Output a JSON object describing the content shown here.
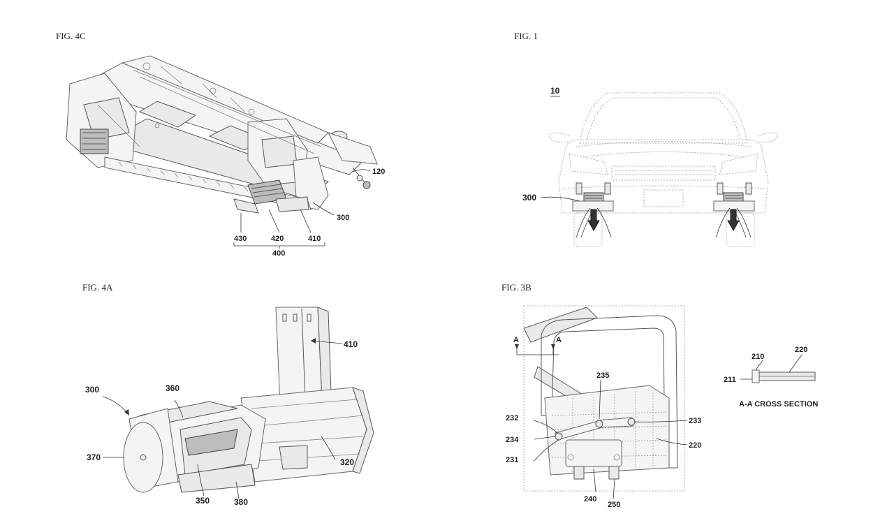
{
  "figures": {
    "fig4c": {
      "title": "FIG. 4C",
      "labels": {
        "l120": "120",
        "l300": "300",
        "l430": "430",
        "l420": "420",
        "l410": "410",
        "l400": "400"
      }
    },
    "fig1": {
      "title": "FIG. 1",
      "labels": {
        "l10": "10",
        "l300": "300"
      }
    },
    "fig4a": {
      "title": "FIG. 4A",
      "labels": {
        "l410": "410",
        "l300": "300",
        "l360": "360",
        "l370": "370",
        "l320": "320",
        "l350": "350",
        "l380": "380"
      }
    },
    "fig3b": {
      "title": "FIG. 3B",
      "labels": {
        "a1": "A",
        "a2": "A",
        "l235": "235",
        "l232": "232",
        "l233": "233",
        "l234": "234",
        "l220": "220",
        "l231": "231",
        "l240": "240",
        "l250": "250",
        "l210": "210",
        "l220b": "220",
        "l211": "211",
        "section": "A-A CROSS SECTION"
      }
    }
  }
}
